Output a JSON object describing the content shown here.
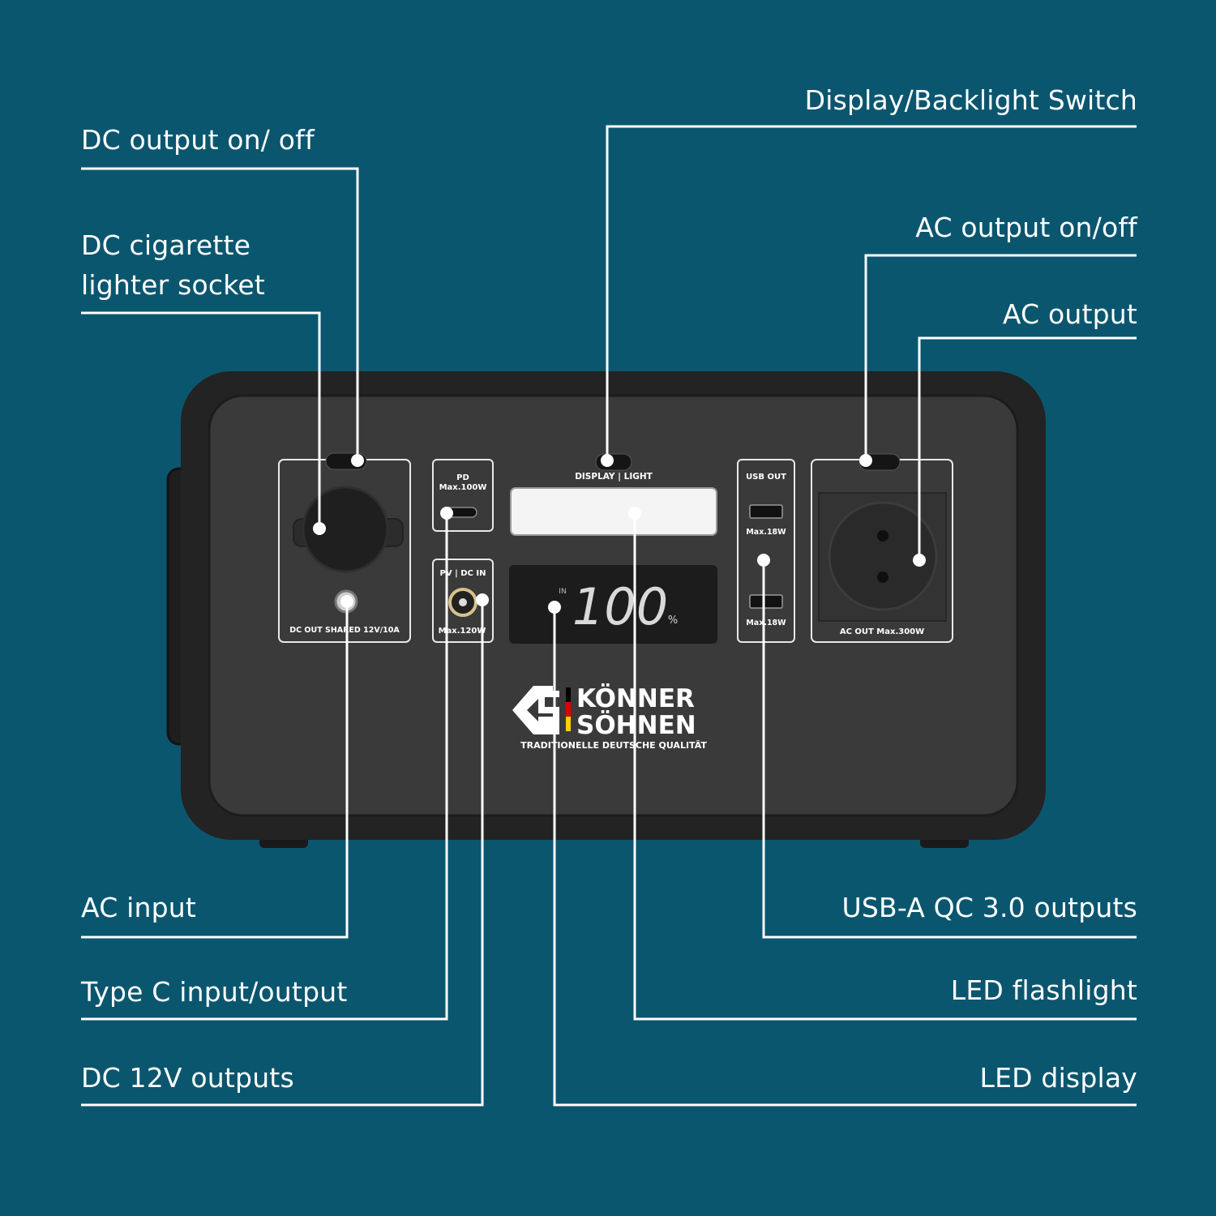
{
  "callouts": {
    "dc_output_switch": "DC output on/ off",
    "dc_cigarette_line1": "DC cigarette",
    "dc_cigarette_line2": "lighter socket",
    "ac_input": "AC input",
    "type_c": "Type C input/output",
    "dc_12v": "DC 12V outputs",
    "display_switch": "Display/Backlight Switch",
    "ac_output_switch": "AC output on/off",
    "ac_output": "AC output",
    "usb_a": "USB-A QC 3.0 outputs",
    "led_flashlight": "LED flashlight",
    "led_display": "LED display"
  },
  "device": {
    "dc_panel_label": "DC OUT SHARED 12V/10A",
    "pd_label_line1": "PD",
    "pd_label_line2": "Max.100W",
    "pv_label": "PV | DC IN",
    "pv_max": "Max.120W",
    "display_light_label": "DISPLAY | LIGHT",
    "lcd_in": "IN",
    "lcd_value": "100",
    "lcd_unit": "%",
    "usb_out_label": "USB OUT",
    "usb_max_1": "Max.18W",
    "usb_max_2": "Max.18W",
    "ac_panel_label": "AC OUT Max.300W",
    "brand_line1": "KÖNNER",
    "brand_line2": "SÖHNEN",
    "brand_tagline": "TRADITIONELLE DEUTSCHE QUALITÄT"
  },
  "colors": {
    "background": "#0b566f",
    "device_body": "#2b2b2b",
    "leader_lines": "#ffffff",
    "flag_black": "#000000",
    "flag_red": "#dd0000",
    "flag_gold": "#ffce00"
  }
}
